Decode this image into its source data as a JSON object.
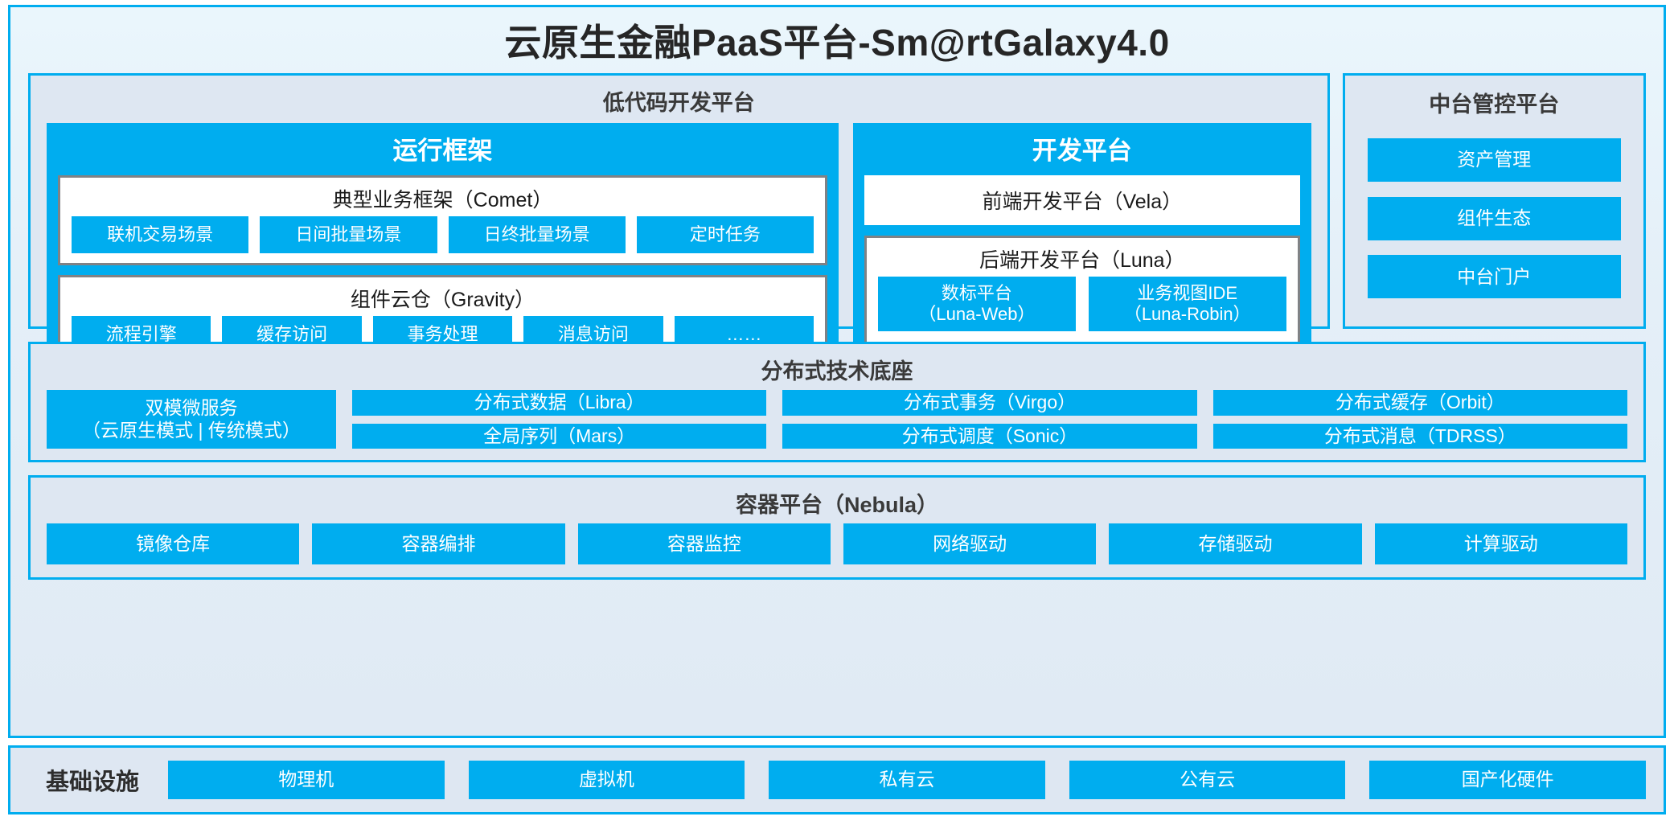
{
  "title": "云原生金融PaaS平台-Sm@rtGalaxy4.0",
  "colors": {
    "accent": "#00ADEF",
    "panel_bg": "#DEE7F2",
    "card_bg": "#E6F1FA",
    "box_border": "#808285",
    "text_dark": "#262626",
    "text_light": "#FFFFFF"
  },
  "lowcode": {
    "title": "低代码开发平台",
    "runtime": {
      "title": "运行框架",
      "comet": {
        "title": "典型业务框架（Comet）",
        "items": [
          "联机交易场景",
          "日间批量场景",
          "日终批量场景",
          "定时任务"
        ]
      },
      "gravity": {
        "title": "组件云仓（Gravity）",
        "items": [
          "流程引擎",
          "缓存访问",
          "事务处理",
          "消息访问",
          "……"
        ]
      }
    },
    "devplatform": {
      "title": "开发平台",
      "frontend": "前端开发平台（Vela）",
      "backend": {
        "title": "后端开发平台（Luna）",
        "items": [
          "数标平台\n（Luna-Web）",
          "业务视图IDE\n（Luna-Robin）"
        ]
      }
    }
  },
  "management": {
    "title": "中台管控平台",
    "items": [
      "资产管理",
      "组件生态",
      "中台门户"
    ]
  },
  "techbase": {
    "title": "分布式技术底座",
    "wide": "双模微服务\n（云原生模式 | 传统模式）",
    "columns": [
      [
        "分布式数据（Libra）",
        "全局序列（Mars）"
      ],
      [
        "分布式事务（Virgo）",
        "分布式调度（Sonic）"
      ],
      [
        "分布式缓存（Orbit）",
        "分布式消息（TDRSS）"
      ]
    ]
  },
  "container": {
    "title": "容器平台（Nebula）",
    "items": [
      "镜像仓库",
      "容器编排",
      "容器监控",
      "网络驱动",
      "存储驱动",
      "计算驱动"
    ]
  },
  "infrastructure": {
    "label": "基础设施",
    "items": [
      "物理机",
      "虚拟机",
      "私有云",
      "公有云",
      "国产化硬件"
    ]
  }
}
